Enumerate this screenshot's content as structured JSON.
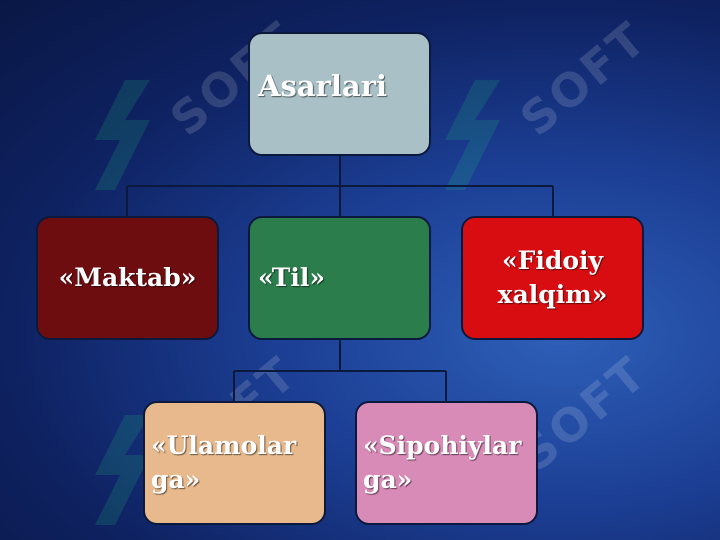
{
  "diagram": {
    "root": {
      "label": "Asarlari",
      "color": "#a8c0c6"
    },
    "children": [
      {
        "label": "«Maktab»",
        "color": "#6e0d10"
      },
      {
        "label": "«Til»",
        "color": "#2b7e4c"
      },
      {
        "label": "«Fidoiy\nxalqim»",
        "color": "#d80d12"
      }
    ],
    "grandchildren": [
      {
        "label": "«Ulamolar\nga»",
        "color": "#e8b98c"
      },
      {
        "label": "«Sipohiylar\nga»",
        "color": "#d98bb8"
      }
    ],
    "line_color": "#0b1a3c"
  },
  "watermark": {
    "text": "SOFT",
    "logo_icon": "soft-logo-icon"
  }
}
